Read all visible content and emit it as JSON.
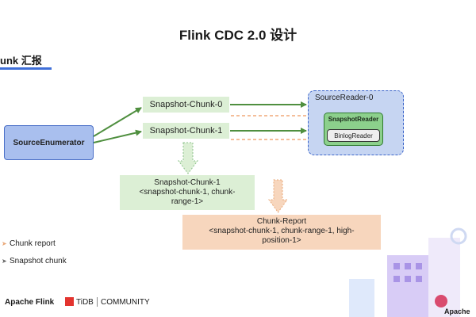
{
  "title": "Flink CDC 2.0 设计",
  "section_heading": "unk 汇报",
  "nodes": {
    "source_enumerator": "SourceEnumerator",
    "chunk_0": "Snapshot-Chunk-0",
    "chunk_1": "Snapshot-Chunk-1",
    "source_reader": "SourceReader-0",
    "snapshot_reader": "SnapshotReader",
    "binlog_reader": "BinlogReader"
  },
  "split_box": {
    "line1": "Snapshot-Chunk-1",
    "line2": "<snapshot-chunk-1, chunk-",
    "line3": "range-1>"
  },
  "report_box": {
    "line1": "Chunk-Report",
    "line2": "<snapshot-chunk-1, chunk-range-1, high-",
    "line3": "position-1>"
  },
  "legend": {
    "chunk_report": "Chunk report",
    "snapshot_chunk": "Snapshot chunk"
  },
  "footer": {
    "left_brand": "Apache Flink",
    "tidb": "TiDB",
    "community": "COMMUNITY",
    "right_brand": "Apache"
  },
  "colors": {
    "accent_blue": "#3f6fd8",
    "enumerator_fill": "#a9bfee",
    "chunk_fill": "#dcefd5",
    "report_fill": "#f7d6bd",
    "arrow_green": "#4f8f3f",
    "arrow_orange": "#f0a878"
  }
}
